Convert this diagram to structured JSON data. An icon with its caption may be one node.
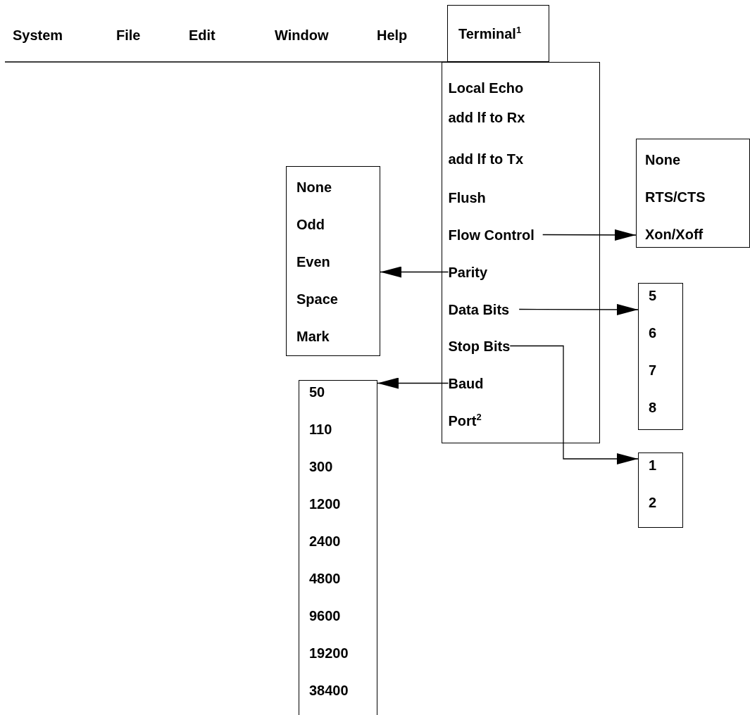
{
  "diagram": {
    "nodes": [
      {
        "text": [
          "Terminal$^{1}$"
        ]
      },
      {
        "text": [],
        "shape": "box"
      },
      {
        "text": [
          "Local Echo"
        ],
        "in": 1
      },
      {
        "text": [
          "add lf to Rx"
        ],
        "in": 1
      },
      {
        "text": [
          "add lf to Tx"
        ],
        "in": 1
      },
      {
        "text": [
          "Flush"
        ],
        "in": 1
      },
      {
        "text": [
          "Flow Control"
        ],
        "in": 1
      },
      {
        "text": [
          "Parity"
        ],
        "in": 1
      },
      {
        "text": [
          "Data Bits"
        ],
        "in": 1
      },
      {
        "text": [
          "Stop Bits"
        ],
        "in": 1
      },
      {
        "text": [
          "Baud"
        ],
        "in": 1
      },
      {
        "text": [
          "Port$^{2}$"
        ],
        "in": 1
      },
      {
        "text": [
          "None",
          "RTS/CTS",
          "Xon/Xoff"
        ]
      },
      {
        "text": [
          "None",
          "Odd",
          "Even",
          "Space",
          "Mark"
        ]
      },
      {
        "text": [
          "5",
          "6",
          "7",
          "8"
        ]
      },
      {
        "text": [
          "1",
          "2"
        ]
      },
      {
        "text": [
          "50",
          "110",
          "300",
          "1200",
          "2400",
          "4800",
          "9600",
          "19200",
          "38400"
        ]
      }
    ],
    "edges": [
      {
        "from": 6,
        "to": 12,
        "arrow": "to"
      },
      {
        "from": 7,
        "to": 13,
        "arrow": "to"
      },
      {
        "from": 8,
        "to": 14,
        "arrow": "to"
      },
      {
        "from": 9,
        "to": 15,
        "arrow": "to"
      },
      {
        "from": 10,
        "to": 16,
        "arrow": "to"
      }
    ],
    "labels": [
      "System",
      "File",
      "Edit",
      "Window",
      "Help"
    ]
  }
}
